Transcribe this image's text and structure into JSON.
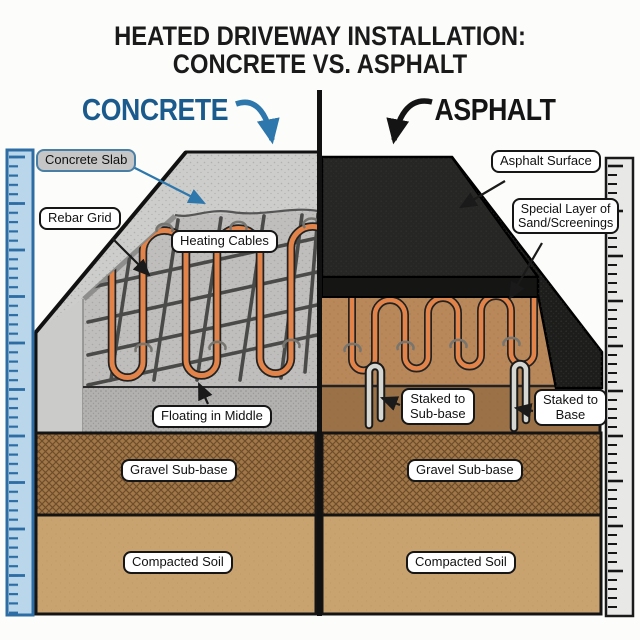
{
  "title": {
    "line1": "HEATED DRIVEWAY INSTALLATION:",
    "line2": "CONCRETE VS. ASPHALT"
  },
  "left_section": {
    "heading": "CONCRETE",
    "slab_label": "Concrete Slab",
    "rebar_label": "Rebar Grid",
    "cables_label": "Heating Cables",
    "floating_label": "Floating in Middle",
    "gravel_label": "Gravel Sub-base",
    "soil_label": "Compacted Soil"
  },
  "right_section": {
    "heading": "ASPHALT",
    "surface_label": "Asphalt Surface",
    "sand_label_line1": "Special Layer of",
    "sand_label_line2": "Sand/Screenings",
    "staked_subbase_line1": "Staked to",
    "staked_subbase_line2": "Sub-base",
    "staked_base_line1": "Staked to",
    "staked_base_line2": "Base",
    "gravel_label": "Gravel Sub-base",
    "soil_label": "Compacted Soil"
  },
  "colors": {
    "concrete_heading_blue": "#1b5a8c",
    "asphalt_heading_black": "#141414",
    "blue_arrow": "#2d77ac",
    "cable_orange": "#e28449",
    "concrete_gray": "#c8c8c8",
    "asphalt_black": "#262624",
    "sand_brown": "#b8875a",
    "subbase_brown": "#9b7247",
    "gravel_brown": "#a17748",
    "soil_tan": "#c9a36f",
    "left_ruler_blue": "#b9d6ea",
    "right_ruler_gray": "#e8e8e6",
    "slab_label_border_blue": "#4a7fa5"
  }
}
